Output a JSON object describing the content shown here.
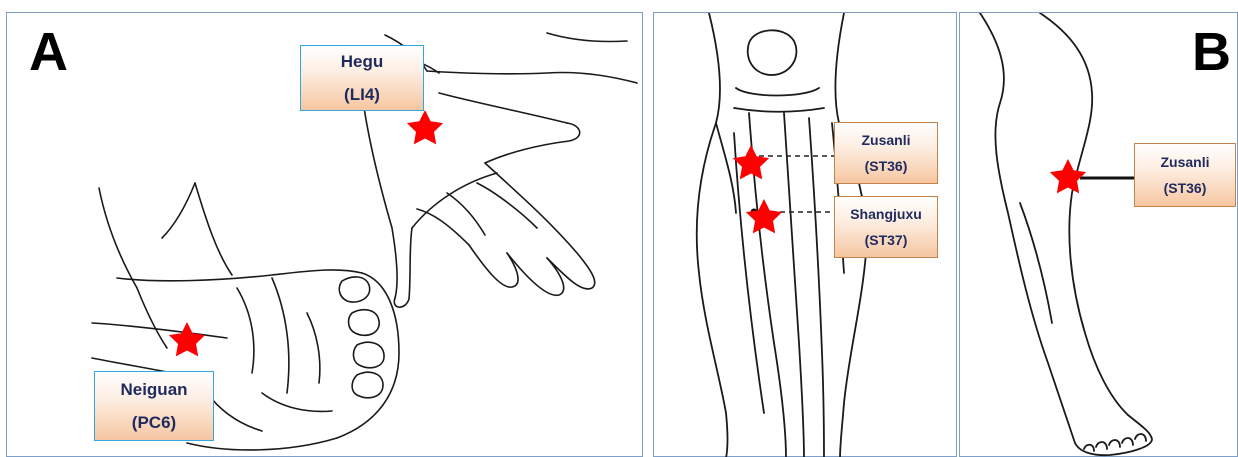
{
  "panels": {
    "a": {
      "letter": "A"
    },
    "b": {
      "letter": "B"
    }
  },
  "points": {
    "hegu": {
      "name": "Hegu",
      "code": "(LI4)"
    },
    "neiguan": {
      "name": "Neiguan",
      "code": "(PC6)"
    },
    "zusanli_front": {
      "name": "Zusanli",
      "code": "(ST36)"
    },
    "shangjuxu": {
      "name": "Shangjuxu",
      "code": "(ST37)"
    },
    "zusanli_side": {
      "name": "Zusanli",
      "code": "(ST36)"
    }
  },
  "colors": {
    "star": "#ff0000",
    "panel_border": "#7f9fc6",
    "label_border_blue": "#35a6da",
    "label_border_orange": "#c5834c",
    "label_fill_top": "#ffffff",
    "label_fill_bottom": "#f6c6a1",
    "label_text": "#1f2a5e"
  },
  "icons": {
    "acupoint_marker": "red-star-icon"
  }
}
